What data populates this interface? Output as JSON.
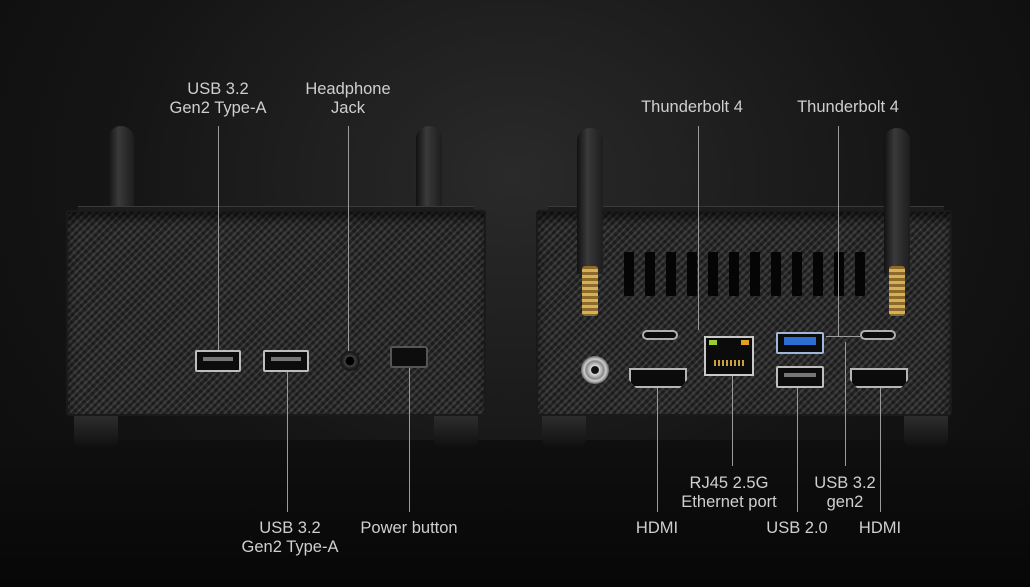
{
  "labels": {
    "left_top_usb": "USB 3.2\nGen2 Type-A",
    "left_top_headphone": "Headphone\nJack",
    "left_bottom_usb": "USB 3.2\nGen2 Type-A",
    "left_bottom_power": "Power button",
    "right_top_tb_left": "Thunderbolt 4",
    "right_top_tb_right": "Thunderbolt 4",
    "right_bottom_rj45": "RJ45 2.5G\nEthernet port",
    "right_bottom_usb32": "USB 3.2\ngen2",
    "right_bottom_hdmi_left": "HDMI",
    "right_bottom_usb20": "USB 2.0",
    "right_bottom_hdmi_right": "HDMI"
  },
  "colors": {
    "background": "#151515",
    "label": "#cfcfcf",
    "usb3_blue": "#2b6fd6",
    "antenna_brass": "#d6b057"
  }
}
